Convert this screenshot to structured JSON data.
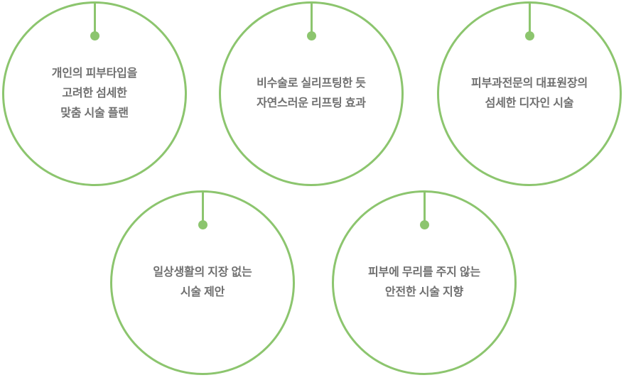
{
  "theme": {
    "accent_green": "#8cc56e",
    "text_gray": "#6f6f6f",
    "background": "#ffffff"
  },
  "bubbles": [
    {
      "id": "bubble-skin-type-plan",
      "text": "개인의 피부타입을\n고려한 섬세한\n맞춤 시술 플랜",
      "lines": [
        "개인의 피부타입을",
        "고려한 섬세한",
        "맞춤 시술 플랜"
      ]
    },
    {
      "id": "bubble-nonsurgical-lifting",
      "text": "비수술로 실리프팅한 듯\n자연스러운 리프팅 효과",
      "lines": [
        "비수술로 실리프팅한 듯",
        "자연스러운 리프팅 효과"
      ]
    },
    {
      "id": "bubble-specialist-design",
      "text": "피부과전문의 대표원장의\n섬세한 디자인 시술",
      "lines": [
        "피부과전문의 대표원장의",
        "섬세한 디자인 시술"
      ]
    },
    {
      "id": "bubble-daily-life-friendly",
      "text": "일상생활의 지장 없는\n시술 제안",
      "lines": [
        "일상생활의 지장 없는",
        "시술 제안"
      ]
    },
    {
      "id": "bubble-safe-procedure",
      "text": "피부에 무리를 주지 않는\n안전한 시술 지향",
      "lines": [
        "피부에 무리를 주지 않는",
        "안전한 시술 지향"
      ]
    }
  ]
}
